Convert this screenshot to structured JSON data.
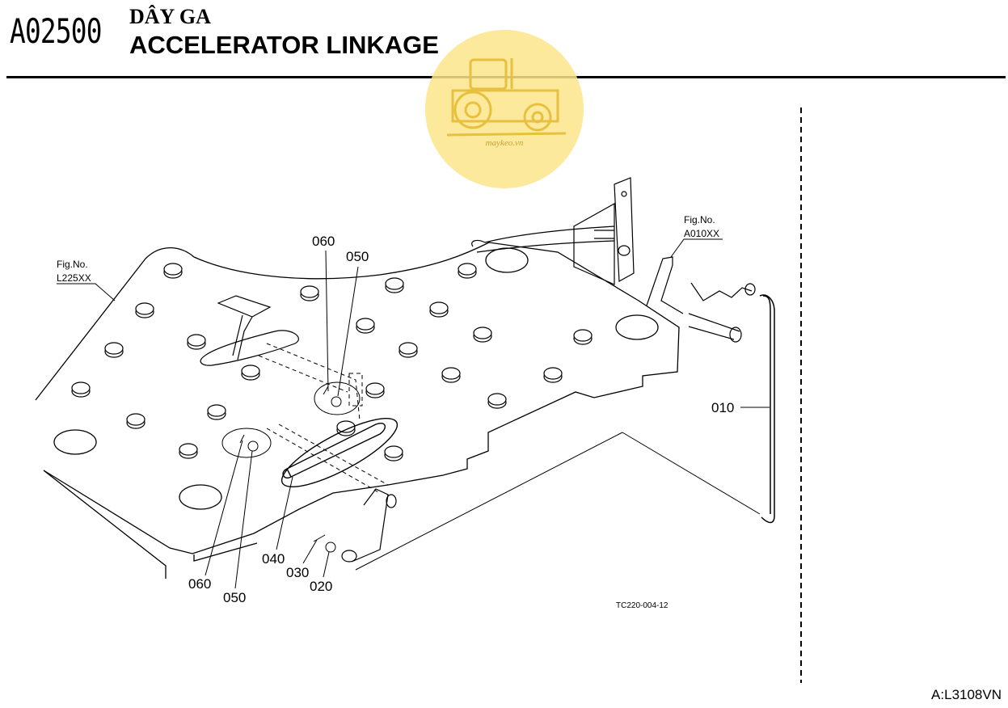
{
  "header": {
    "code": "A02500",
    "title_vn": "DÂY GA",
    "title_en": "ACCELERATOR LINKAGE"
  },
  "watermark": {
    "text": "maykeo.vn",
    "color": "#FBE58A"
  },
  "figure_refs": [
    {
      "label": "Fig.No.",
      "value": "L225XX"
    },
    {
      "label": "Fig.No.",
      "value": "A010XX"
    }
  ],
  "callouts": [
    "060",
    "050",
    "010",
    "060",
    "050",
    "040",
    "030",
    "020"
  ],
  "drawing_ref": "TC220-004-12",
  "footer": "A:L3108VN"
}
